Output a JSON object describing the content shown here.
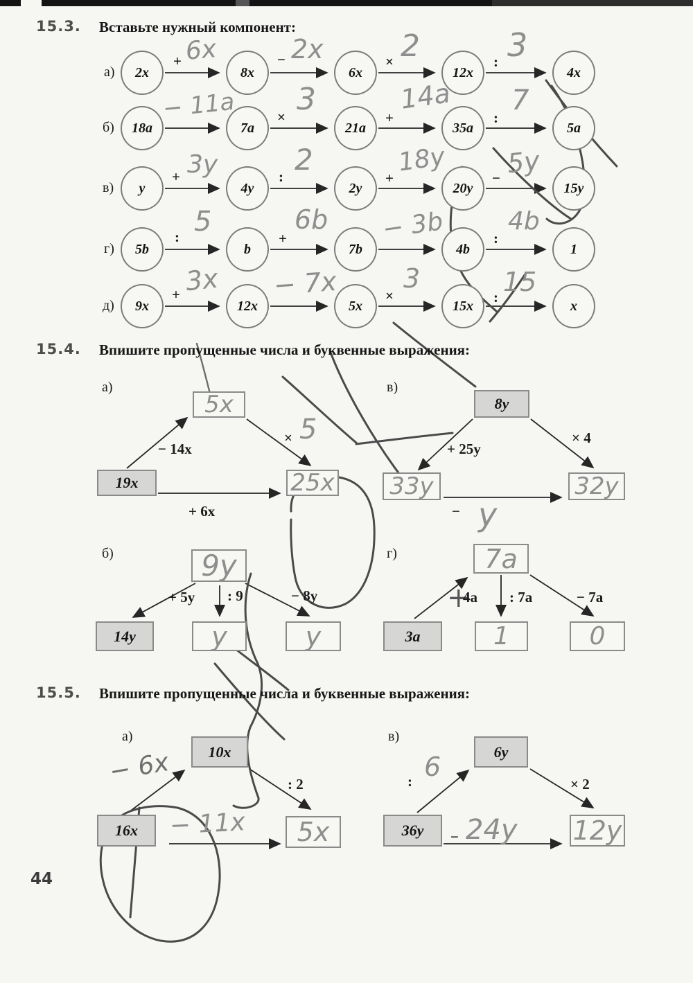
{
  "page": {
    "number": "44"
  },
  "ex153": {
    "number": "15.3.",
    "title": "Вставьте нужный компонент:",
    "rows": [
      {
        "label": "а)",
        "circles": [
          "2x",
          "8x",
          "6x",
          "12x",
          "4x"
        ],
        "ops": [
          {
            "printed": "+",
            "hand": "6x"
          },
          {
            "printed": "−",
            "hand": "2x"
          },
          {
            "printed": "×",
            "hand": "2"
          },
          {
            "printed": ":",
            "hand": "3"
          }
        ]
      },
      {
        "label": "б)",
        "circles": [
          "18a",
          "7a",
          "21a",
          "35a",
          "5a"
        ],
        "ops": [
          {
            "printed": "",
            "hand": "− 11a"
          },
          {
            "printed": "×",
            "hand": "3"
          },
          {
            "printed": "+",
            "hand": "14a"
          },
          {
            "printed": ":",
            "hand": "7"
          }
        ]
      },
      {
        "label": "в)",
        "circles": [
          "y",
          "4y",
          "2y",
          "20y",
          "15y"
        ],
        "ops": [
          {
            "printed": "+",
            "hand": "3y"
          },
          {
            "printed": ":",
            "hand": "2"
          },
          {
            "printed": "+",
            "hand": "18y"
          },
          {
            "printed": "−",
            "hand": "5y"
          }
        ]
      },
      {
        "label": "г)",
        "circles": [
          "5b",
          "b",
          "7b",
          "4b",
          "1"
        ],
        "ops": [
          {
            "printed": ":",
            "hand": "5"
          },
          {
            "printed": "+",
            "hand": "6b"
          },
          {
            "printed": "",
            "hand": "− 3b"
          },
          {
            "printed": ":",
            "hand": "4b"
          }
        ]
      },
      {
        "label": "д)",
        "circles": [
          "9x",
          "12x",
          "5x",
          "15x",
          "x"
        ],
        "ops": [
          {
            "printed": "+",
            "hand": "3x"
          },
          {
            "printed": "",
            "hand": "− 7x"
          },
          {
            "printed": "×",
            "hand": "3"
          },
          {
            "printed": ":",
            "hand": "15"
          }
        ]
      }
    ]
  },
  "ex154": {
    "number": "15.4.",
    "title": "Впишите пропущенные числа и буквенные выражения:",
    "a": {
      "label": "а)",
      "top": "5x",
      "left": "19x",
      "right": "25x",
      "edge_left": "− 14x",
      "edge_right_printed": "×",
      "edge_right_hand": "5",
      "edge_bottom": "+ 6x"
    },
    "v": {
      "label": "в)",
      "top": "8y",
      "left": "33y",
      "right": "32y",
      "edge_left": "+ 25y",
      "edge_right": "× 4",
      "edge_bottom_printed": "−",
      "edge_bottom_hand": "y"
    },
    "b": {
      "label": "б)",
      "top": "9y",
      "bottom_left": "14y",
      "bottom_mid": "y",
      "bottom_right": "y",
      "edge_left": "+ 5y",
      "edge_mid": ": 9",
      "edge_right": "− 8y"
    },
    "g": {
      "label": "г)",
      "top": "7a",
      "bottom_left": "3a",
      "bottom_mid": "1",
      "bottom_right": "0",
      "edge_left_hand": "+",
      "edge_left_printed": "4a",
      "edge_mid": ": 7a",
      "edge_right": "− 7a"
    }
  },
  "ex155": {
    "number": "15.5.",
    "title": "Впишите пропущенные числа и буквенные выражения:",
    "a": {
      "label": "а)",
      "top": "10x",
      "left": "16x",
      "right": "5x",
      "edge_left_hand": "− 6x",
      "edge_right": ": 2",
      "edge_bottom_hand": "− 11x"
    },
    "v": {
      "label": "в)",
      "top": "6y",
      "left": "36y",
      "right": "12y",
      "edge_left_printed": ":",
      "edge_left_hand": "6",
      "edge_right": "× 2",
      "edge_bottom_printed": "−",
      "edge_bottom_hand": "24y"
    }
  }
}
